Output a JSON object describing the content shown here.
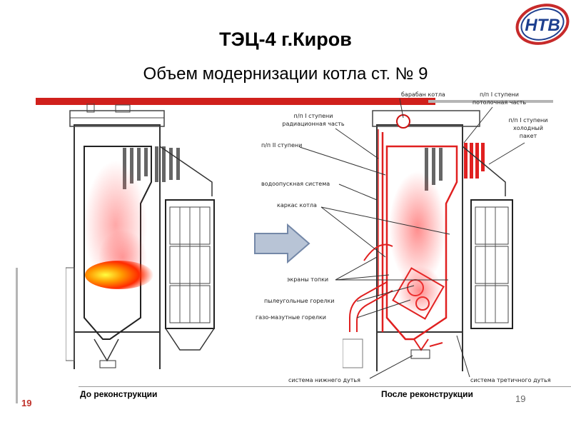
{
  "header": {
    "title": "ТЭЦ-4 г.Киров",
    "subtitle": "Объем модернизации котла ст. № 9",
    "logo_text": "НТВ"
  },
  "captions": {
    "before": "До реконструкции",
    "after": "После реконструкции"
  },
  "slide_number": "19",
  "slide_number_right": "19",
  "labels": {
    "drum": "барабан котла",
    "ceiling_1": "п/п I ступени",
    "ceiling_2": "потолочная часть",
    "cold_1": "п/п I ступени",
    "cold_2": "холодный",
    "cold_3": "пакет",
    "radiant_1": "п/п I ступени",
    "radiant_2": "радиационная часть",
    "stage2": "п/п II ступени",
    "downcomer": "водоопускная система",
    "frame": "каркас котла",
    "screens": "экраны топки",
    "coal_burners": "пылеугольные горелки",
    "gas_burners": "газо-мазутные горелки",
    "bottom_blast": "система нижнего дутья",
    "tertiary_blast": "система третичного дутья"
  },
  "colors": {
    "accent_red": "#d0201c",
    "logo_blue": "#1d3f8f",
    "arrow_fill": "#b8c4d6"
  }
}
